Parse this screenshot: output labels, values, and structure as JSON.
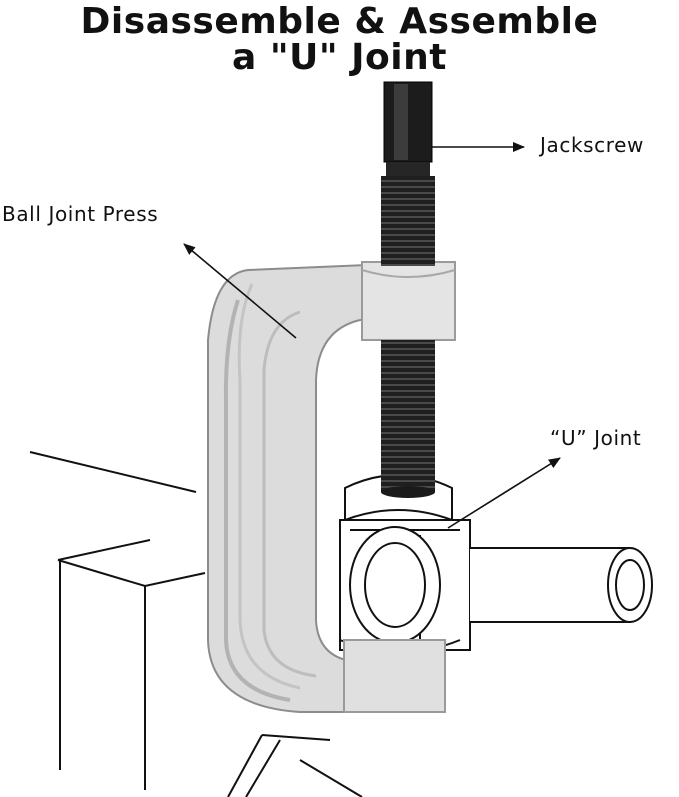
{
  "title": {
    "line1": "Disassemble & Assemble",
    "line2": "a \"U\" Joint"
  },
  "labels": {
    "jackscrew": "Jackscrew",
    "ball_joint_press": "Ball Joint Press",
    "u_joint": "“U” Joint"
  },
  "colors": {
    "tool_body": "#dcdcdc",
    "tool_shade": "#b9b9b9",
    "screw": "#1c1c1c",
    "text": "#111111"
  }
}
